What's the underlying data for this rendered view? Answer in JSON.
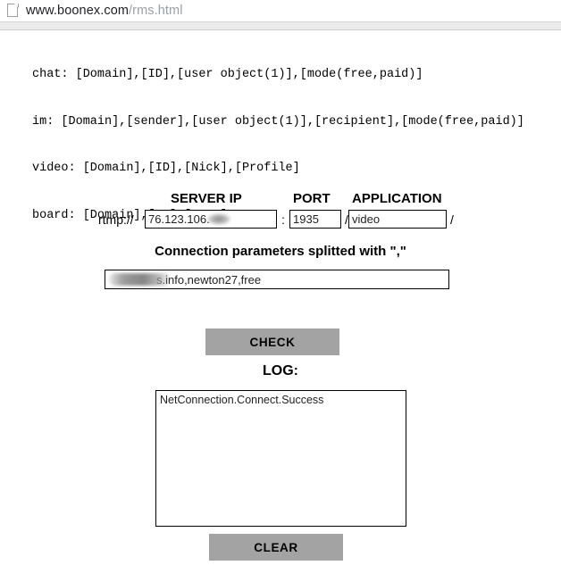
{
  "browser": {
    "page_icon": "page-document-icon",
    "url_host": "www.boonex.com",
    "url_path": "/rms.html"
  },
  "code_block": {
    "lines": [
      "chat: [Domain],[ID],[user object(1)],[mode(free,paid)]",
      "im: [Domain],[sender],[user object(1)],[recipient],[mode(free,paid)]",
      "video: [Domain],[ID],[Nick],[Profile]",
      "board: [Domain],[ID],[User]"
    ]
  },
  "form": {
    "headers": {
      "server_ip": "SERVER IP",
      "port": "PORT",
      "application": "APPLICATION"
    },
    "separators": {
      "protocol": "rtmp://",
      "colon": ":",
      "slash1": "/",
      "slash2": "/"
    },
    "fields": {
      "server_ip_value": "76.123.106.",
      "server_ip_placeholder": "",
      "port_value": "1935",
      "port_placeholder": "",
      "application_value": "video",
      "application_placeholder": ""
    },
    "params_title": "Connection parameters splitted with \",\"",
    "params_value": "s.info,newton27,free",
    "params_placeholder": ""
  },
  "actions": {
    "check_label": "CHECK",
    "clear_label": "CLEAR"
  },
  "log": {
    "title": "LOG:",
    "content": "NetConnection.Connect.Success"
  },
  "colors": {
    "button_gray": "#a3a3a3",
    "url_host_text": "#202124",
    "url_path_text": "#9aa0a6",
    "chrome_divider": "#ebebeb",
    "border_black": "#000000"
  }
}
